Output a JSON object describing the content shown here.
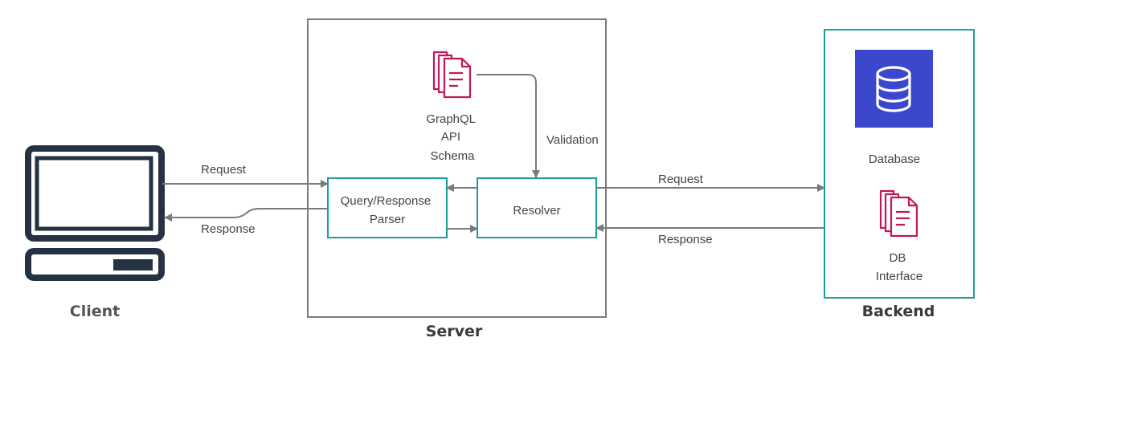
{
  "colors": {
    "teal": "#1a9e9a",
    "frame_gray": "#7a7a7a",
    "arrow_gray": "#7a7a7a",
    "navy": "#243242",
    "magenta": "#c0185a",
    "db_blue": "#3b47cc"
  },
  "icons": {
    "client": "desktop-computer-icon",
    "schema": "documents-icon",
    "database": "database-icon",
    "db_interface": "documents-icon"
  },
  "client": {
    "title": "Client"
  },
  "server": {
    "title": "Server",
    "schema_label": [
      "GraphQL",
      "API",
      "Schema"
    ],
    "validation_label": "Validation",
    "parser_label": [
      "Query/Response",
      "Parser"
    ],
    "resolver_label": "Resolver"
  },
  "backend": {
    "title": "Backend",
    "database_label": "Database",
    "db_interface_label": [
      "DB",
      "Interface"
    ]
  },
  "edges": {
    "client_request": "Request",
    "client_response": "Response",
    "backend_request": "Request",
    "backend_response": "Response"
  }
}
